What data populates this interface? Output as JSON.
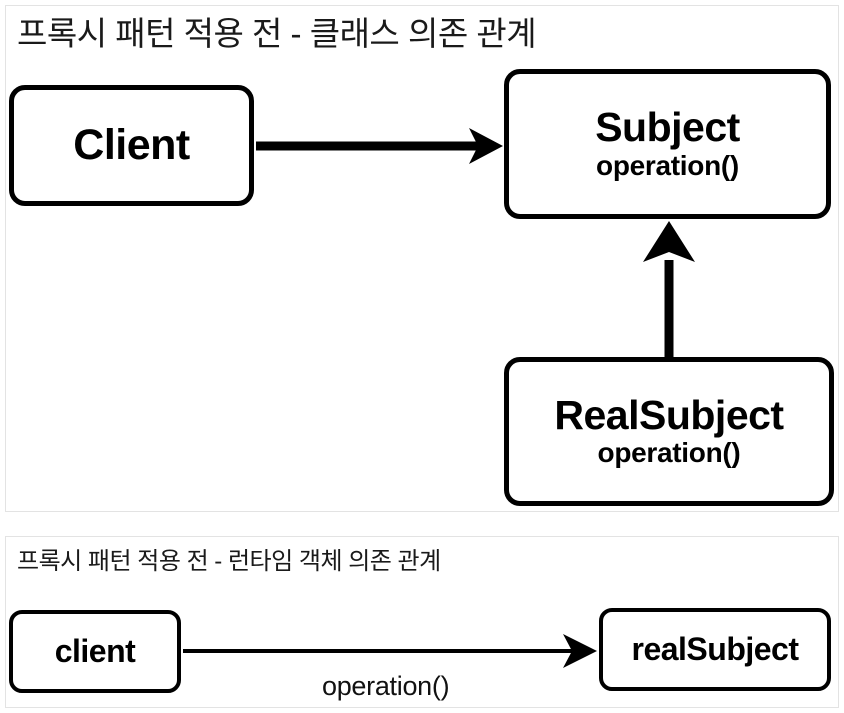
{
  "panels": [
    {
      "id": "class-dependency",
      "title": "프록시 패턴 적용 전 - 클래스 의존 관계",
      "nodes": [
        {
          "id": "client",
          "name": "Client",
          "operation": ""
        },
        {
          "id": "subject",
          "name": "Subject",
          "operation": "operation()"
        },
        {
          "id": "realsubject",
          "name": "RealSubject",
          "operation": "operation()"
        }
      ],
      "edges": [
        {
          "id": "client-to-subject",
          "from": "Client",
          "to": "Subject",
          "kind": "dependency-arrow",
          "label": ""
        },
        {
          "id": "realsubject-to-subject",
          "from": "RealSubject",
          "to": "Subject",
          "kind": "generalization-arrow",
          "label": ""
        }
      ]
    },
    {
      "id": "runtime-dependency",
      "title": "프록시 패턴 적용 전 - 런타임 객체 의존 관계",
      "nodes": [
        {
          "id": "client-obj",
          "name": "client"
        },
        {
          "id": "realsubject-obj",
          "name": "realSubject"
        }
      ],
      "edges": [
        {
          "id": "client-to-realsubject",
          "from": "client",
          "to": "realSubject",
          "kind": "message-arrow",
          "label": "operation()"
        }
      ]
    }
  ],
  "colors": {
    "stroke": "#000000",
    "panel_border": "#e3e3e3",
    "background": "#ffffff",
    "text": "#1a1a1a"
  }
}
